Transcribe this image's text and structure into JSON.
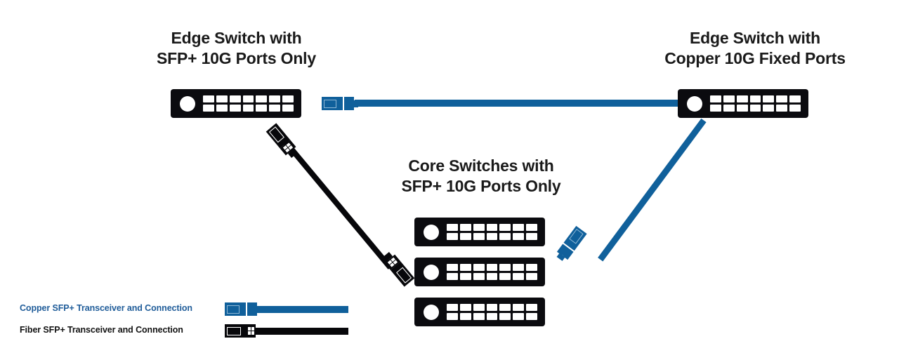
{
  "diagram": {
    "type": "network-topology",
    "background": "#ffffff",
    "colors": {
      "copper": "#10609B",
      "fiber": "#07070a",
      "device": "#0b0b0f",
      "title_text": "#1a1a1a",
      "copper_label_text": "#1F5C99"
    },
    "titles": [
      {
        "name": "edge-switch-sfp-title",
        "line1": "Edge Switch with",
        "line2": "SFP+ 10G Ports Only"
      },
      {
        "name": "edge-switch-copper-title",
        "line1": "Edge Switch with",
        "line2": "Copper 10G Fixed Ports"
      },
      {
        "name": "core-switches-title",
        "line1": "Core Switches with",
        "line2": "SFP+ 10G Ports Only"
      }
    ],
    "devices": [
      {
        "name": "edge-switch-left",
        "ports_columns": 7,
        "ports_rows": 2
      },
      {
        "name": "edge-switch-right",
        "ports_columns": 7,
        "ports_rows": 2
      },
      {
        "name": "core-switch-1",
        "ports_columns": 7,
        "ports_rows": 2
      },
      {
        "name": "core-switch-2",
        "ports_columns": 7,
        "ports_rows": 2
      },
      {
        "name": "core-switch-3",
        "ports_columns": 7,
        "ports_rows": 2
      }
    ],
    "connections": [
      {
        "name": "copper-link-top",
        "kind": "copper",
        "from": "edge-switch-right",
        "to": "edge-switch-left-area"
      },
      {
        "name": "fiber-link-diagonal",
        "kind": "fiber",
        "from": "edge-switch-left",
        "to": "core-switch-2"
      },
      {
        "name": "copper-link-diagonal",
        "kind": "copper",
        "from": "edge-switch-right",
        "to": "core-switch-1"
      }
    ]
  },
  "legend": {
    "items": [
      {
        "name": "legend-copper",
        "label": "Copper SFP+ Transceiver and Connection",
        "kind": "copper"
      },
      {
        "name": "legend-fiber",
        "label": "Fiber SFP+ Transceiver and Connection",
        "kind": "fiber"
      }
    ]
  }
}
